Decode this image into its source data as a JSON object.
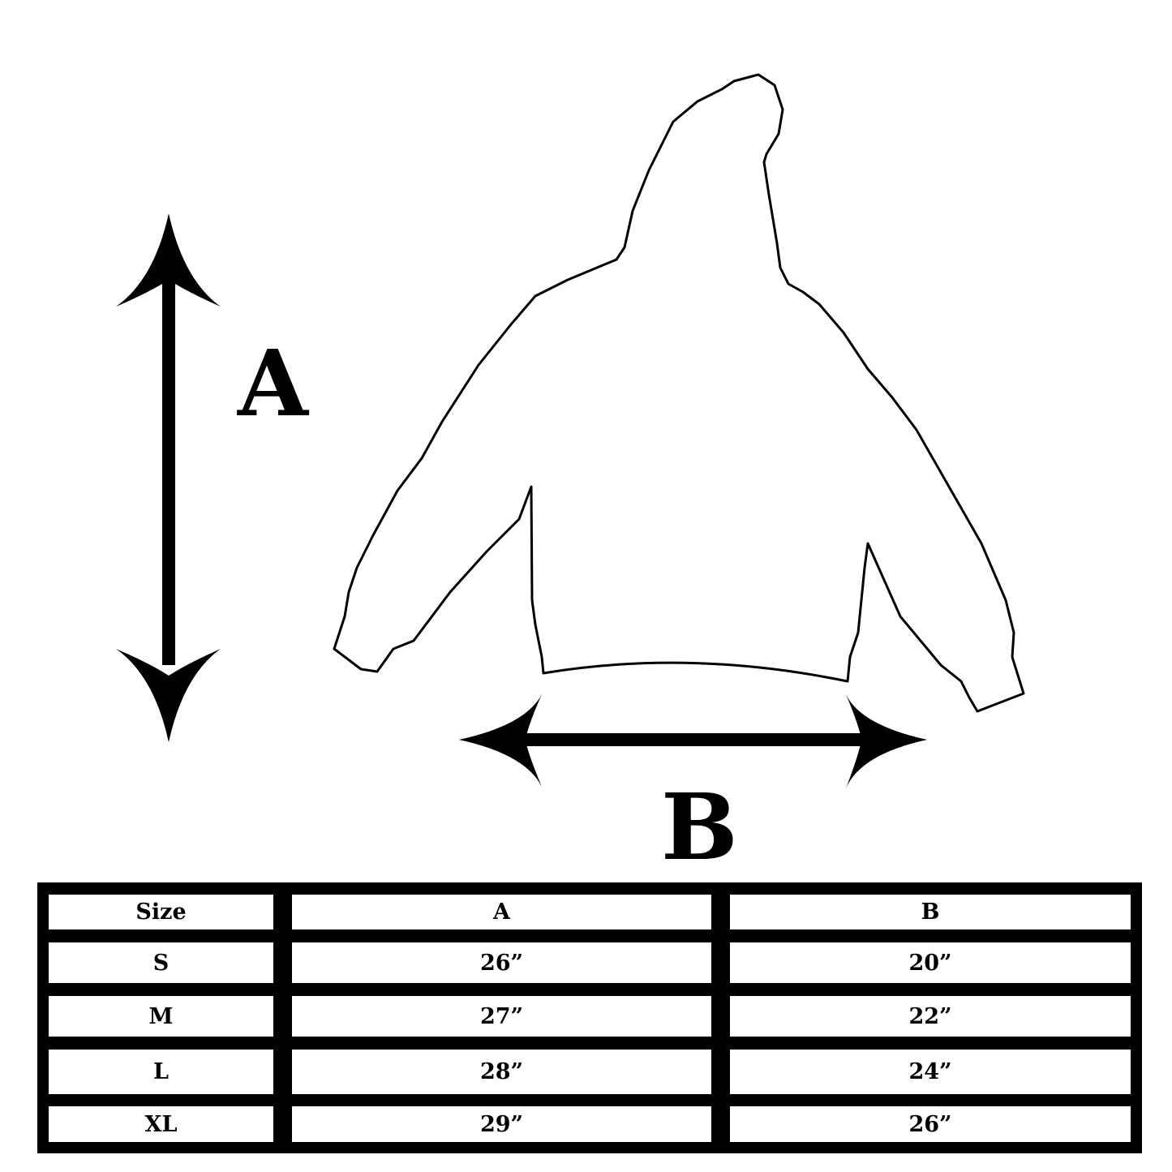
{
  "labels": {
    "a": "A",
    "b": "B"
  },
  "table": {
    "headers": [
      "Size",
      "A",
      "B"
    ],
    "rows": [
      [
        "S",
        "26”",
        "20”"
      ],
      [
        "M",
        "27”",
        "22”"
      ],
      [
        "L",
        "28”",
        "24”"
      ],
      [
        "XL",
        "29”",
        "26”"
      ]
    ]
  }
}
